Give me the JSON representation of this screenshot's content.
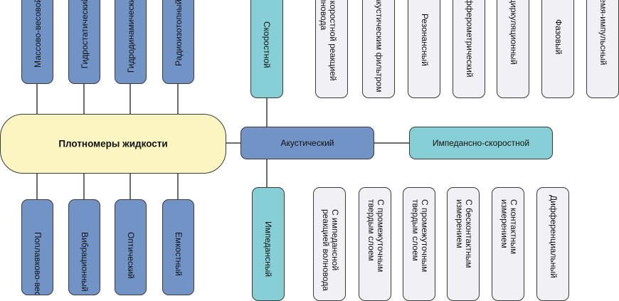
{
  "root": {
    "label": "Плотномеры жидкости"
  },
  "top_methods": [
    {
      "label": "Массово-весовой"
    },
    {
      "label": "Гидростатический"
    },
    {
      "label": "Гидродинамический"
    },
    {
      "label": "Радиоизотопный"
    }
  ],
  "bottom_methods": [
    {
      "label": "Поплавково-весовой"
    },
    {
      "label": "Вибрационный"
    },
    {
      "label": "Оптический"
    },
    {
      "label": "Емкостный"
    }
  ],
  "acoustic": {
    "label": "Акустический",
    "speed": {
      "label": "Скоростной"
    },
    "impedance_speed": {
      "label": "Импедансно-скоростной"
    },
    "impedance": {
      "label": "Импедансный"
    }
  },
  "speed_subtypes": [
    {
      "label": "С скоростной реакцией волновода"
    },
    {
      "label": "С акустическим фильтром"
    },
    {
      "label": "Резонансный"
    },
    {
      "label": "Дифферометрический"
    },
    {
      "label": "Рециркуляционный"
    },
    {
      "label": "Фазовый"
    },
    {
      "label": "Время-импульсный"
    }
  ],
  "impedance_subtypes": [
    {
      "label": "С импедансной реакцией волновода"
    },
    {
      "label": "С промежуточным твердым слоем"
    },
    {
      "label": "С промежуточным твердым слоем"
    },
    {
      "label": "С бесконтактным измерением"
    },
    {
      "label": "С контактным измерением"
    },
    {
      "label": "Дифференциальный"
    }
  ],
  "colors": {
    "main": "#fbf6c1",
    "blue": "#7193c6",
    "teal": "#87cfd6",
    "gray": "#f1f0f3",
    "line": "#3a3a3a"
  }
}
